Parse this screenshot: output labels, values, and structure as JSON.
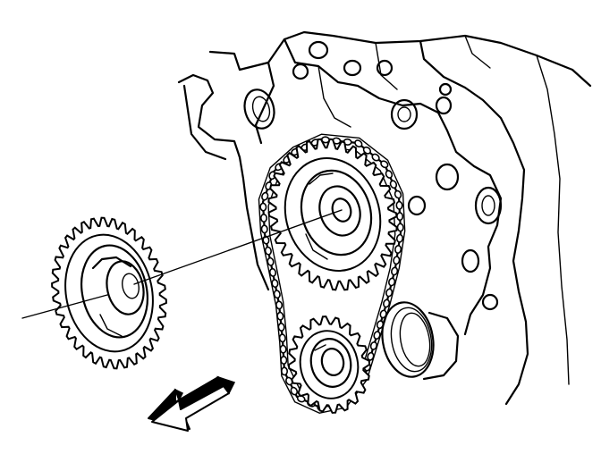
{
  "figure": {
    "subject": "camshaft-sprocket-removal",
    "line_color": "#000000",
    "background_color": "#ffffff",
    "camshaft_sprocket_teeth": 34,
    "crankshaft_sprocket_teeth": 20,
    "chain_links": 60,
    "direction_arrow": "down-left"
  }
}
